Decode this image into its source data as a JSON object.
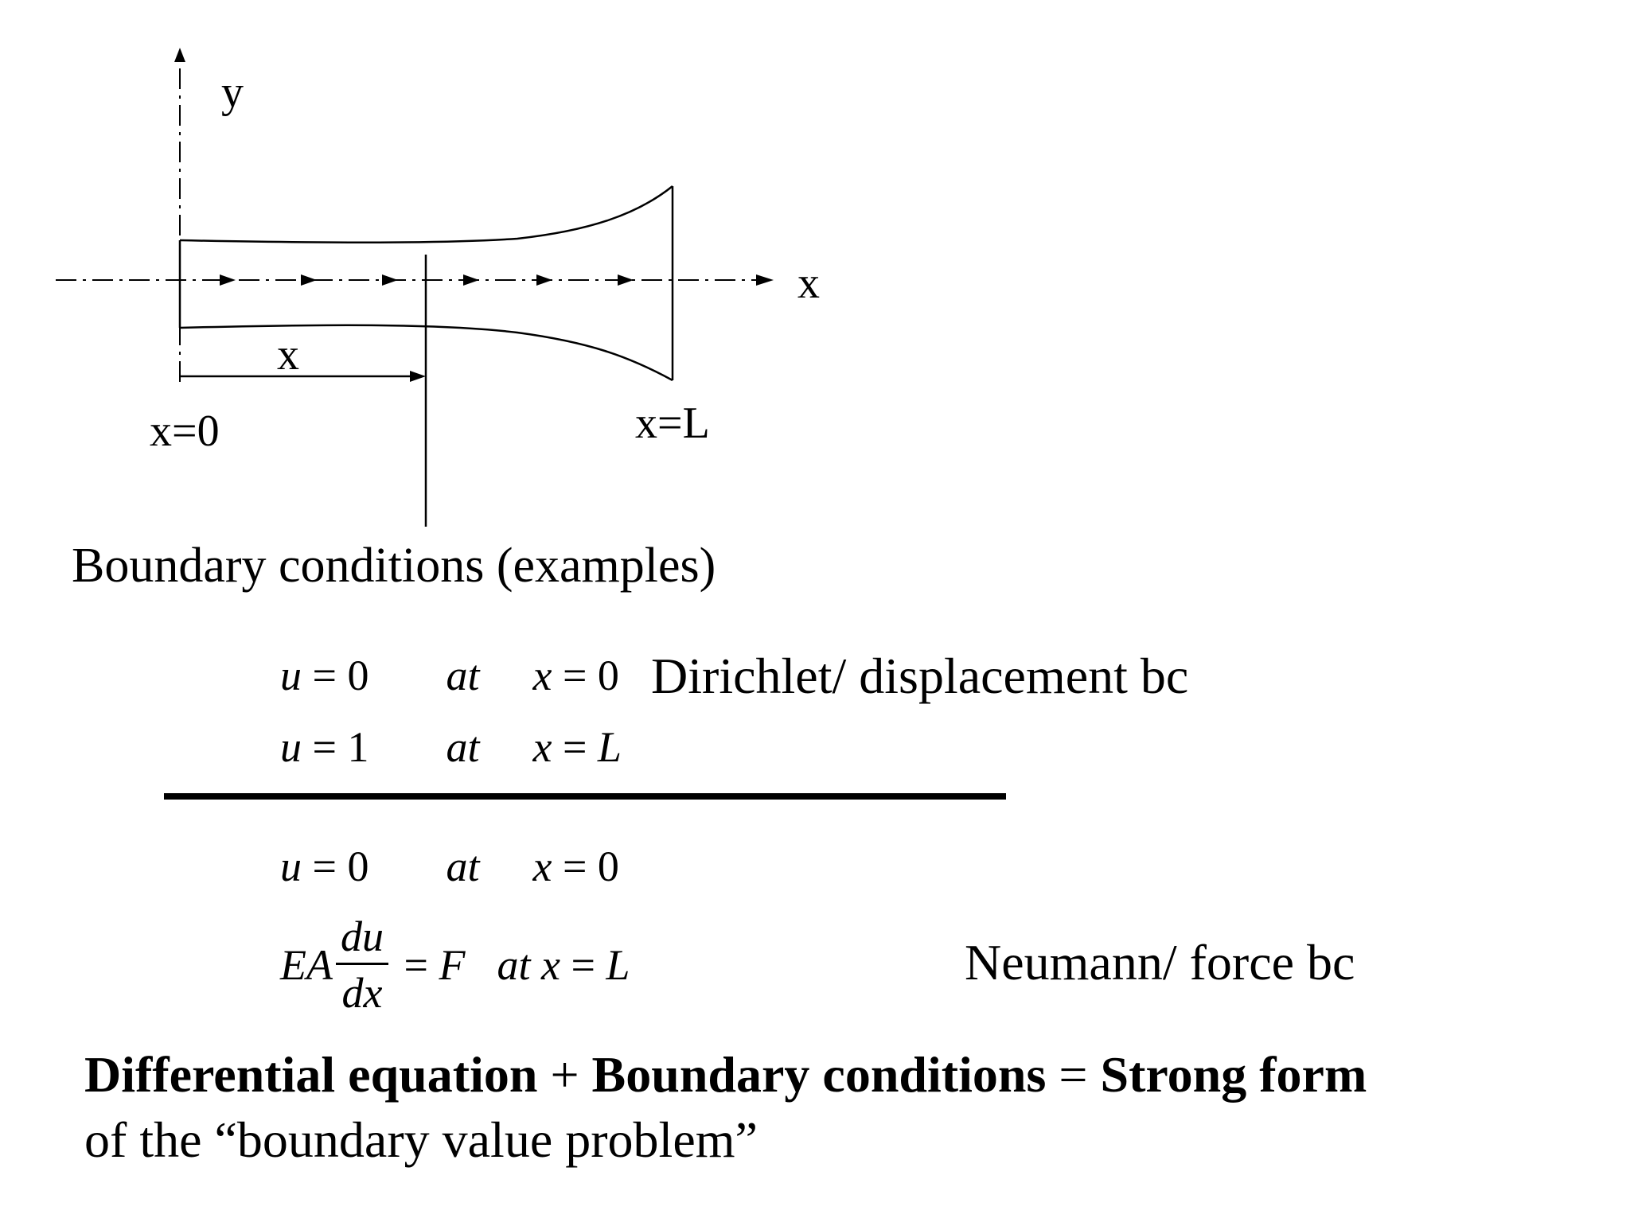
{
  "diagram": {
    "y_axis_label": "y",
    "x_axis_label": "x",
    "position_label": "x",
    "left_end_label": "x=0",
    "right_end_label": "x=L"
  },
  "heading": "Boundary conditions (examples)",
  "dirichlet": {
    "eq1": {
      "lhs": "u",
      "rhs": "0",
      "at": "at",
      "var": "x",
      "val": "0"
    },
    "eq2": {
      "lhs": "u",
      "rhs": "1",
      "at": "at",
      "var": "x",
      "val": "L"
    },
    "label": "Dirichlet/ displacement bc"
  },
  "neumann": {
    "eq1": {
      "lhs": "u",
      "rhs": "0",
      "at": "at",
      "var": "x",
      "val": "0"
    },
    "eq2": {
      "coef": "EA",
      "num": "du",
      "den": "dx",
      "rhs": "F",
      "at": "at",
      "var": "x",
      "val": "L"
    },
    "label": "Neumann/ force bc"
  },
  "summary": {
    "bold_1": "Differential equation",
    "plus": " + ",
    "bold_2": "Boundary conditions",
    "equals": " = ",
    "bold_3": "Strong form",
    "line2": "of the “boundary value problem”"
  }
}
